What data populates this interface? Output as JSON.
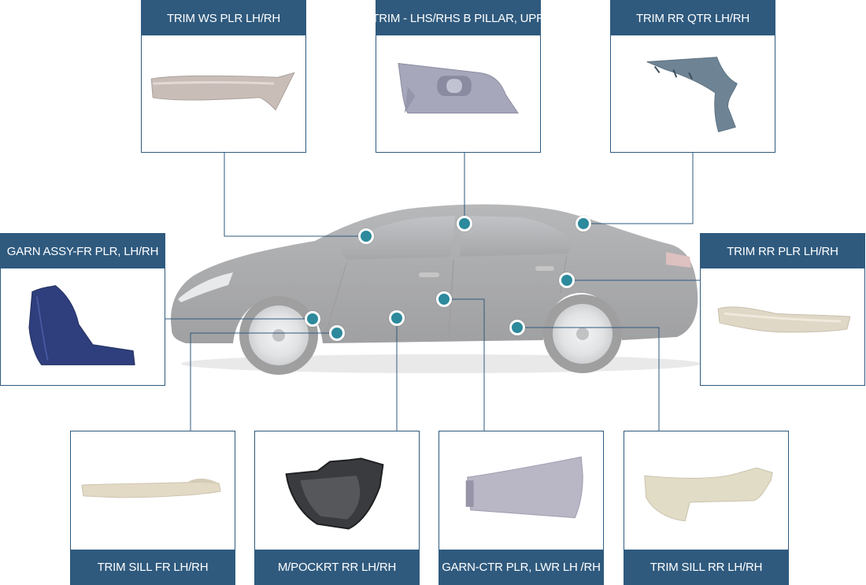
{
  "parts": [
    {
      "id": "ws-plr",
      "label": "TRIM WS PLR LH/RH",
      "icon": "windshield-pillar-trim-icon"
    },
    {
      "id": "b-pillar-upr",
      "label": "TRIM - LHS/RHS B PILLAR, UPR",
      "icon": "b-pillar-trim-icon"
    },
    {
      "id": "rr-qtr",
      "label": "TRIM RR QTR LH/RH",
      "icon": "rear-quarter-trim-icon"
    },
    {
      "id": "garn-fr-plr",
      "label": "GARN ASSY-FR PLR, LH/RH",
      "icon": "front-pillar-garnish-icon"
    },
    {
      "id": "rr-plr",
      "label": "TRIM RR PLR LH/RH",
      "icon": "rear-pillar-trim-icon"
    },
    {
      "id": "sill-fr",
      "label": "TRIM SILL FR LH/RH",
      "icon": "front-sill-trim-icon"
    },
    {
      "id": "m-pocket-rr",
      "label": "M/POCKRT RR LH/RH",
      "icon": "map-pocket-icon"
    },
    {
      "id": "garn-ctr-plr-lwr",
      "label": "GARN-CTR PLR, LWR LH /RH",
      "icon": "center-pillar-lower-garnish-icon"
    },
    {
      "id": "sill-rr",
      "label": "TRIM SILL RR LH/RH",
      "icon": "rear-sill-trim-icon"
    }
  ],
  "colors": {
    "label_bg": "#2f5a7e",
    "label_text": "#ffffff",
    "marker": "#2c8a9c",
    "leader_line": "#2f5a7e",
    "car_body": "#2b2d31"
  },
  "vehicle": {
    "icon": "sedan-car-icon"
  }
}
